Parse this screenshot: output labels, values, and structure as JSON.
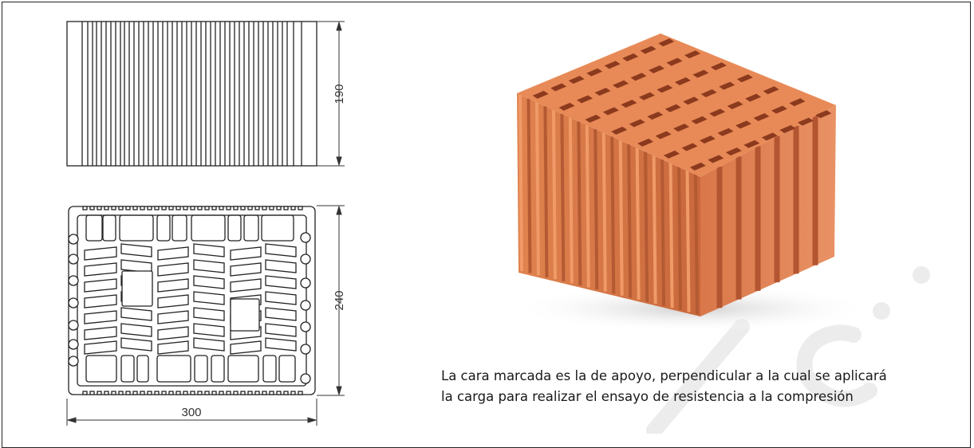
{
  "drawing": {
    "dim_height": "190",
    "dim_depth": "240",
    "dim_length": "300"
  },
  "caption": {
    "line1": "La cara marcada es la de apoyo, perpendicular a la cual se aplicará",
    "line2": "la carga para realizar el ensayo de resistencia a la compresión"
  },
  "colors": {
    "brick_face": "#d9794a",
    "brick_top": "#e98a58",
    "brick_shadow": "#a8492a",
    "line": "#222222",
    "watermark": "#e6e6e6"
  }
}
